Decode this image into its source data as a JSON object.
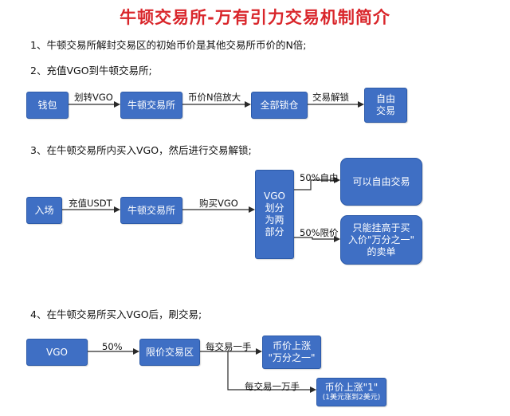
{
  "title": "牛顿交易所-万有引力交易机制简介",
  "steps": {
    "s1": "1、牛顿交易所解封交易区的初始币价是其他交易所币价的N倍;",
    "s2": "2、充值VGO到牛顿交易所;",
    "s3": "3、在牛顿交易所内买入VGO，然后进行交易解锁;",
    "s4": "4、在牛顿交易所买入VGO后，刷交易;"
  },
  "row2": {
    "wallet": "钱包",
    "transfer": "划转VGO",
    "newton": "牛顿交易所",
    "price_n": "币价N倍放大",
    "locked": "全部锁仓",
    "unlock": "交易解锁",
    "free_1": "自由",
    "free_2": "交易"
  },
  "row3": {
    "entry": "入场",
    "deposit": "充值USDT",
    "newton": "牛顿交易所",
    "buy": "购买VGO",
    "vgo_1": "VGO",
    "vgo_2": "划分",
    "vgo_3": "为两",
    "vgo_4": "部分",
    "free_label": "50%自由",
    "free_box": "可以自由交易",
    "limit_label": "50%限价",
    "limit_1": "只能挂高于买",
    "limit_2": "入价\"万分之一\"",
    "limit_3": "的卖单"
  },
  "row4": {
    "vgo": "VGO",
    "pct": "50%",
    "limit_zone": "限价交易区",
    "per_hand": "每交易一手",
    "rise_1": "币价上涨",
    "rise_2": "\"万分之一\"",
    "per_10k": "每交易一万手",
    "rise_one_1": "币价上涨\"1\"",
    "rise_one_2": "(1美元涨到2美元)"
  }
}
